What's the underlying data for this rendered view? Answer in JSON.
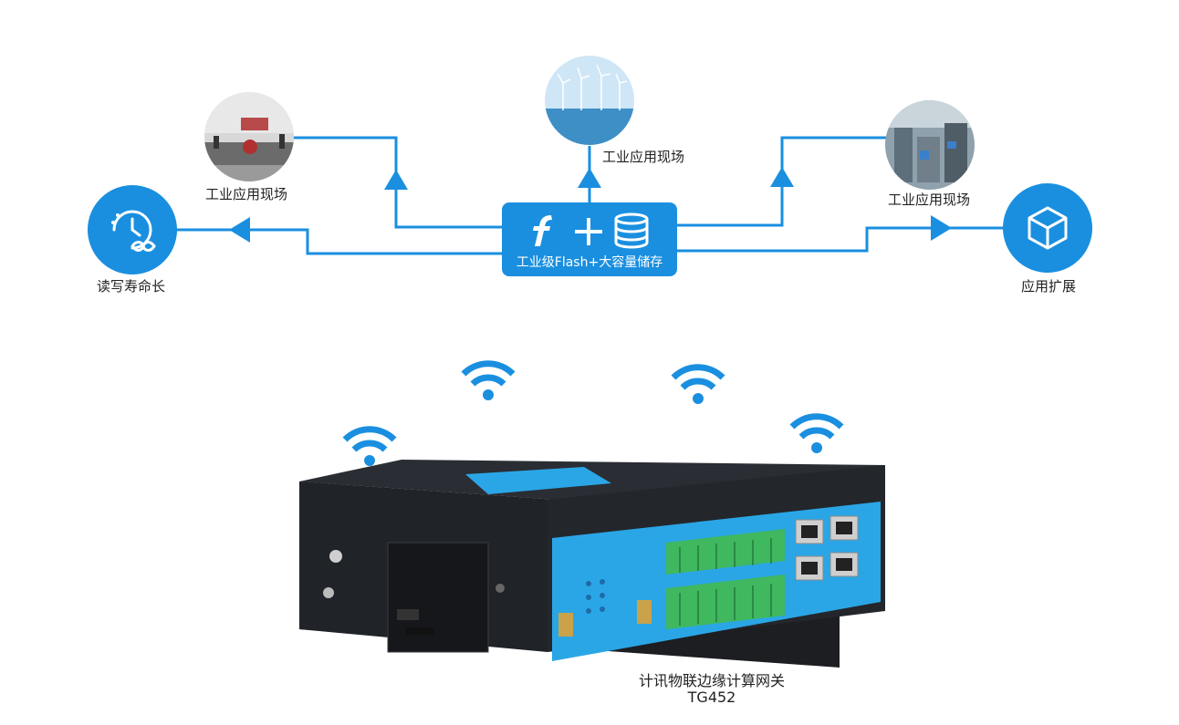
{
  "nodes": {
    "left_top": {
      "label": "工业应用现场",
      "icon": "factory-photo"
    },
    "center_top": {
      "label": "工业应用现场",
      "icon": "wind-turbines-photo"
    },
    "right_top": {
      "label": "工业应用现场",
      "icon": "production-line-photo"
    },
    "left": {
      "label": "读写寿命长",
      "icon": "clock-infinity-icon"
    },
    "right": {
      "label": "应用扩展",
      "icon": "cube-icon"
    }
  },
  "center": {
    "label": "工业级Flash+大容量储存",
    "icons": [
      "flash-icon",
      "plus-icon",
      "database-icon"
    ]
  },
  "product": {
    "name": "计讯物联边缘计算网关",
    "model": "TG452"
  },
  "colors": {
    "accent": "#1a8fe0",
    "device_body": "#1c1e22",
    "terminal_green": "#3fb860",
    "panel_blue": "#2aa6e6"
  }
}
